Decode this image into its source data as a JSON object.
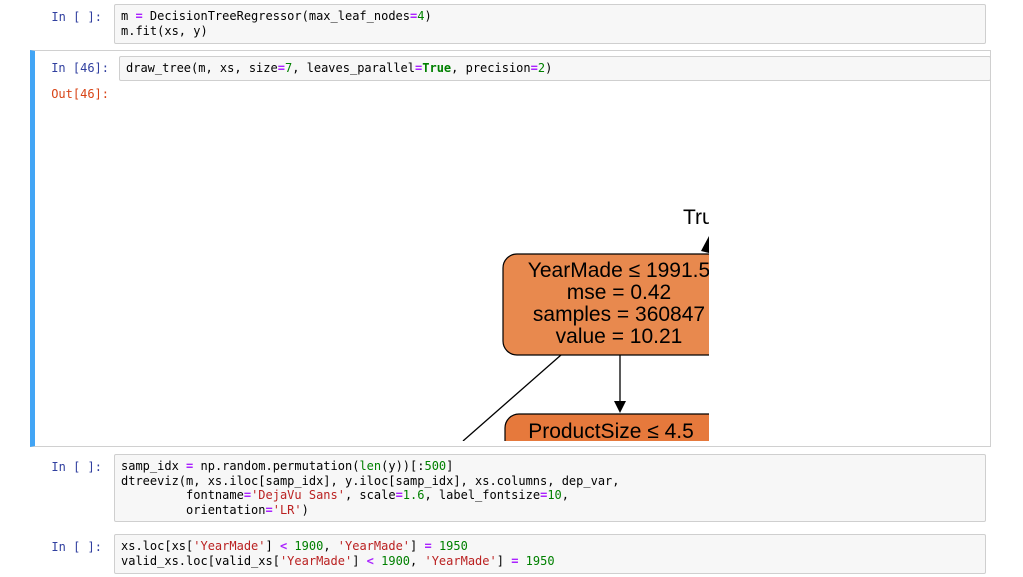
{
  "cells": [
    {
      "prompt": "In [ ]:",
      "lines": [
        [
          [
            "m ",
            ""
          ],
          [
            "=",
            "op"
          ],
          [
            " DecisionTreeRegressor(max_leaf_nodes",
            ""
          ],
          [
            "=",
            "op"
          ],
          [
            "4",
            "num"
          ],
          [
            ")",
            ""
          ]
        ],
        [
          [
            "m.fit(xs, y)",
            ""
          ]
        ]
      ]
    },
    {
      "prompt": "In [46]:",
      "output_prompt": "Out[46]:",
      "lines": [
        [
          [
            "draw_tree(m, xs, size",
            ""
          ],
          [
            "=",
            "op"
          ],
          [
            "7",
            "num"
          ],
          [
            ", leaves_parallel",
            ""
          ],
          [
            "=",
            "op"
          ],
          [
            "True",
            "kw"
          ],
          [
            ", precision",
            ""
          ],
          [
            "=",
            "op"
          ],
          [
            "2",
            "num"
          ],
          [
            ")",
            ""
          ]
        ]
      ]
    },
    {
      "prompt": "In [ ]:",
      "lines": [
        [
          [
            "samp_idx ",
            ""
          ],
          [
            "=",
            "op"
          ],
          [
            " np.random.permutation(",
            ""
          ],
          [
            "len",
            "fn"
          ],
          [
            "(y))[:",
            ""
          ],
          [
            "500",
            "num"
          ],
          [
            "]",
            ""
          ]
        ],
        [
          [
            "dtreeviz(m, xs.iloc[samp_idx], y.iloc[samp_idx], xs.columns, dep_var,",
            ""
          ]
        ],
        [
          [
            "         fontname",
            ""
          ],
          [
            "=",
            "op"
          ],
          [
            "'DejaVu Sans'",
            "str"
          ],
          [
            ", scale",
            ""
          ],
          [
            "=",
            "op"
          ],
          [
            "1.6",
            "num"
          ],
          [
            ", label_fontsize",
            ""
          ],
          [
            "=",
            "op"
          ],
          [
            "10",
            "num"
          ],
          [
            ",",
            ""
          ]
        ],
        [
          [
            "         orientation",
            ""
          ],
          [
            "=",
            "op"
          ],
          [
            "'LR'",
            "str"
          ],
          [
            ")",
            ""
          ]
        ]
      ]
    },
    {
      "prompt": "In [ ]:",
      "lines": [
        [
          [
            "xs.loc[xs[",
            ""
          ],
          [
            "'YearMade'",
            "str"
          ],
          [
            "] ",
            ""
          ],
          [
            "<",
            "op"
          ],
          [
            " ",
            ""
          ],
          [
            "1900",
            "num"
          ],
          [
            ", ",
            ""
          ],
          [
            "'YearMade'",
            "str"
          ],
          [
            "] ",
            ""
          ],
          [
            "=",
            "op"
          ],
          [
            " ",
            ""
          ],
          [
            "1950",
            "num"
          ]
        ],
        [
          [
            "valid_xs.loc[valid_xs[",
            ""
          ],
          [
            "'YearMade'",
            "str"
          ],
          [
            "] ",
            ""
          ],
          [
            "<",
            "op"
          ],
          [
            " ",
            ""
          ],
          [
            "1900",
            "num"
          ],
          [
            ", ",
            ""
          ],
          [
            "'YearMade'",
            "str"
          ],
          [
            "] ",
            ""
          ],
          [
            "=",
            "op"
          ],
          [
            " ",
            ""
          ],
          [
            "1950",
            "num"
          ]
        ]
      ]
    }
  ],
  "tree": {
    "edge_label": "True",
    "root_lines": [
      "YearMade ≤ 1991.5",
      "mse = 0.42",
      "samples = 360847",
      "value = 10.21"
    ],
    "child_label": "ProductSize ≤ 4.5",
    "root_color": "#e8894e",
    "child_color": "#e6793c"
  },
  "colors": {
    "selected_bar": "#42a5f5",
    "in_prompt": "#303f9f",
    "out_prompt": "#d84315"
  }
}
